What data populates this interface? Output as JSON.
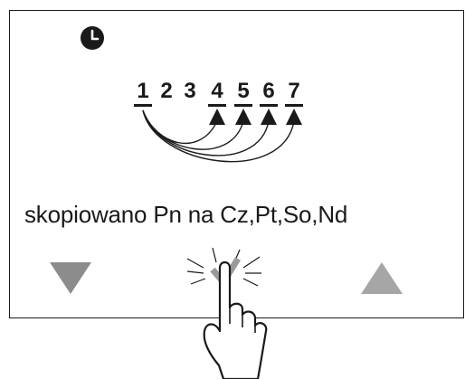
{
  "screen": {
    "icon": "clock-icon",
    "days": [
      {
        "label": "1",
        "state": "source"
      },
      {
        "label": "2",
        "state": "none"
      },
      {
        "label": "3",
        "state": "none"
      },
      {
        "label": "4",
        "state": "target"
      },
      {
        "label": "5",
        "state": "target"
      },
      {
        "label": "6",
        "state": "target"
      },
      {
        "label": "7",
        "state": "target"
      }
    ],
    "message": "skopiowano Pn na Cz,Pt,So,Nd",
    "buttons": {
      "down": {
        "icon": "triangle-down-icon",
        "color": "#8c8c8c"
      },
      "confirm": {
        "icon": "checkmark-icon",
        "color": "#9a9a9a",
        "state": "pressed"
      },
      "up": {
        "icon": "triangle-up-icon",
        "color": "#a6a6a6"
      }
    }
  }
}
